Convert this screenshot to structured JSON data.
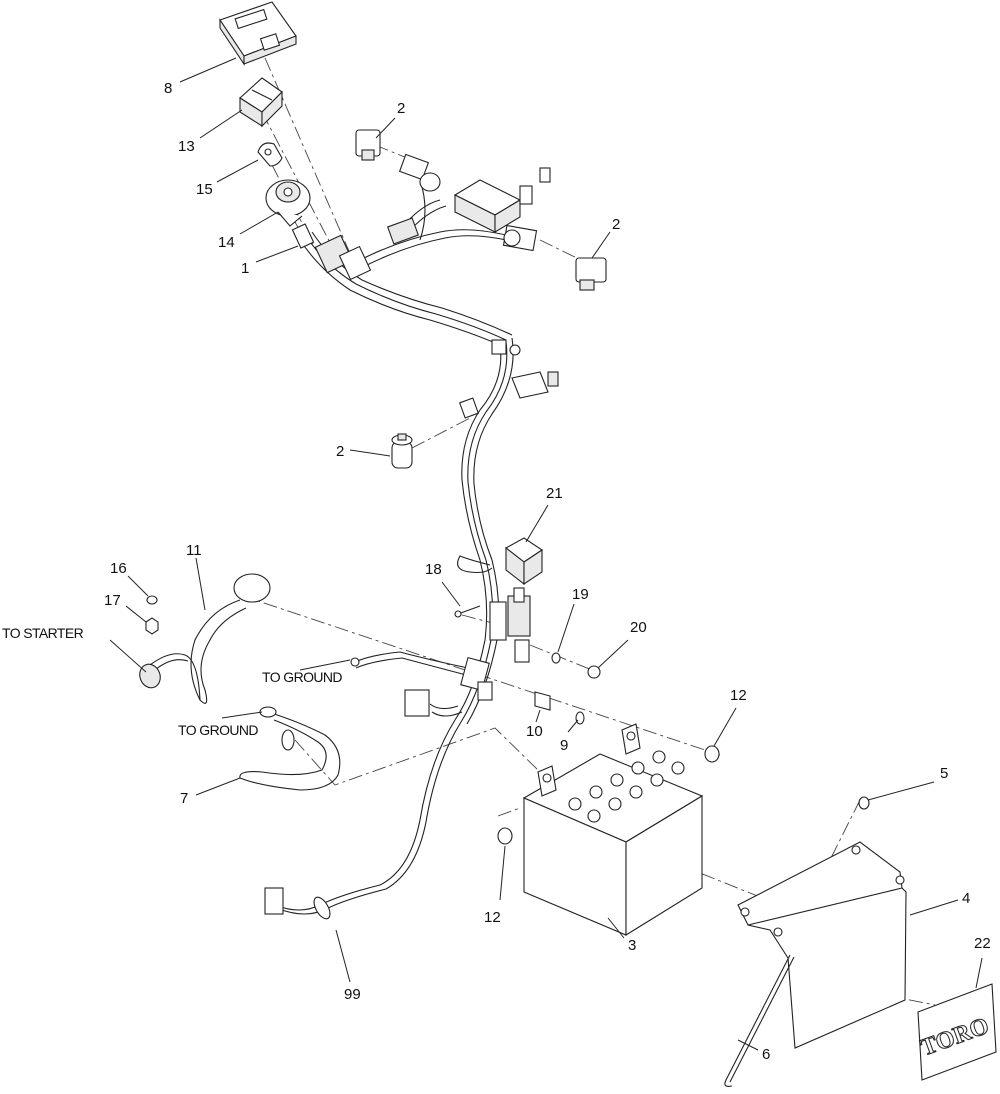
{
  "callouts": {
    "c8": "8",
    "c13": "13",
    "c15": "15",
    "c14": "14",
    "c1": "1",
    "c2a": "2",
    "c2b": "2",
    "c2c": "2",
    "c21": "21",
    "c18": "18",
    "c19": "19",
    "c20": "20",
    "c16": "16",
    "c17": "17",
    "c11": "11",
    "c12a": "12",
    "c12b": "12",
    "c10": "10",
    "c9": "9",
    "c5": "5",
    "c4": "4",
    "c3": "3",
    "c7": "7",
    "c22": "22",
    "c6": "6",
    "c99": "99"
  },
  "notes": {
    "to_starter": "TO STARTER",
    "to_ground_1": "TO GROUND",
    "to_ground_2": "TO GROUND"
  },
  "brand_decal_text": "TORO"
}
